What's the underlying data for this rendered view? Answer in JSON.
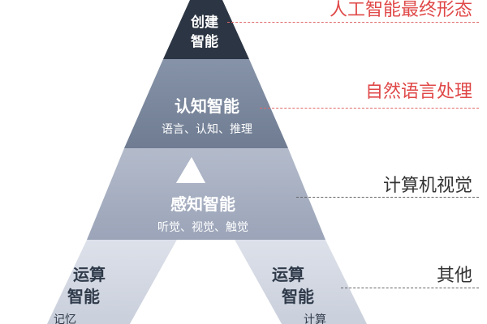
{
  "pyramid": {
    "apex": {
      "line1": "创建",
      "line2": "智能"
    },
    "cognitive": {
      "title": "认知智能",
      "subtitle": "语言、认知、推理"
    },
    "perceptive": {
      "title": "感知智能",
      "subtitle": "听觉、视觉、触觉"
    },
    "computing_left": {
      "line1": "运算",
      "line2": "智能",
      "subtitle": "记忆"
    },
    "computing_right": {
      "line1": "运算",
      "line2": "智能",
      "subtitle": "计算"
    }
  },
  "side_labels": {
    "agi": "人工智能最终形态",
    "nlp": "自然语言处理",
    "cv": "计算机视觉",
    "other": "其他"
  },
  "colors": {
    "apex": "#2c3543",
    "cognitive": "#7d8a9f",
    "perceptive": "#a9b1c3",
    "computing": "#d4d9e3",
    "accent_red": "#e04848",
    "dark_text": "#2f3a4a"
  }
}
